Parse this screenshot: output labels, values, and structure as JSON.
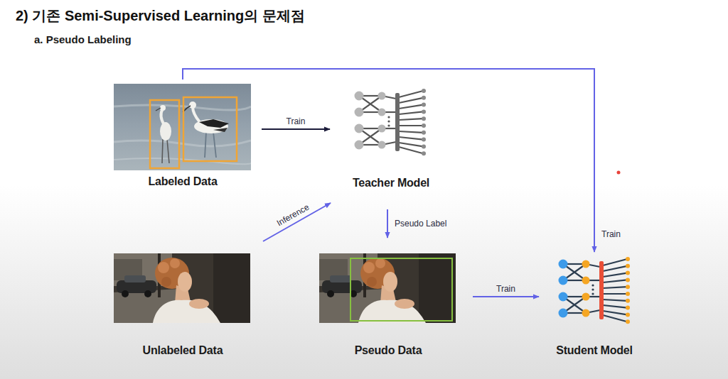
{
  "diagram": {
    "title": "2) 기존 Semi-Supervised Learning의 문제점",
    "nodes": [
      {
        "text": [
          "Labeled Data"
        ]
      },
      {
        "text": [
          "Teacher Model"
        ]
      },
      {
        "text": [
          "Unlabeled Data"
        ]
      },
      {
        "text": [
          "Pseudo Data"
        ]
      },
      {
        "text": [
          "Student Model"
        ]
      }
    ],
    "edges": [
      {
        "from": 0,
        "to": 1,
        "label": "Train",
        "arrow": "to"
      },
      {
        "from": 2,
        "to": 1,
        "label": "Inference",
        "arrow": "to"
      },
      {
        "from": 1,
        "to": 3,
        "label": "Pseudo Label",
        "arrow": "to"
      },
      {
        "from": 3,
        "to": 4,
        "label": "Train",
        "arrow": "to"
      },
      {
        "from": 0,
        "to": 4,
        "label": "Train",
        "arrow": "to"
      }
    ],
    "labels": [
      "a. Pseudo Labeling"
    ]
  }
}
